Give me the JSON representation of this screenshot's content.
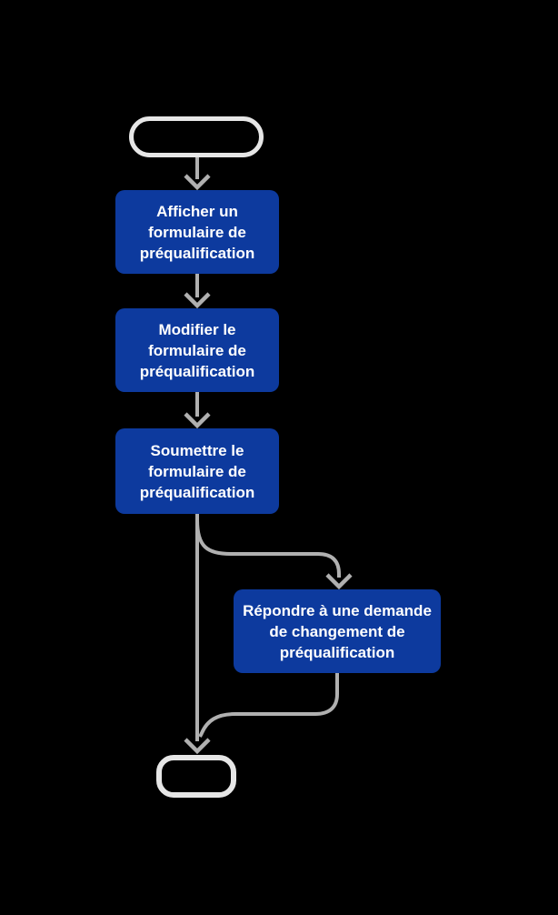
{
  "diagram": {
    "type": "flowchart",
    "direction": "top-down",
    "colors": {
      "background": "#000000",
      "process_fill": "#0d3a9e",
      "process_text": "#ffffff",
      "edge": "#b0b0b0",
      "terminal_border": "#e6e6e6"
    },
    "nodes": {
      "start": {
        "kind": "terminal",
        "label": ""
      },
      "step1": {
        "kind": "process",
        "label": "Afficher un formulaire de préqualification",
        "lines": [
          "Afficher un",
          "formulaire de",
          "préqualification"
        ]
      },
      "step2": {
        "kind": "process",
        "label": "Modifier le formulaire de préqualification",
        "lines": [
          "Modifier le",
          "formulaire de",
          "préqualification"
        ]
      },
      "step3": {
        "kind": "process",
        "label": "Soumettre le formulaire de préqualification",
        "lines": [
          "Soumettre le",
          "formulaire de",
          "préqualification"
        ]
      },
      "step4": {
        "kind": "process",
        "label": "Répondre à une demande de changement de préqualification",
        "lines": [
          "Répondre à une demande",
          "de changement de",
          "préqualification"
        ]
      },
      "end": {
        "kind": "terminal",
        "label": ""
      }
    },
    "edges": [
      {
        "from": "start",
        "to": "step1"
      },
      {
        "from": "step1",
        "to": "step2"
      },
      {
        "from": "step2",
        "to": "step3"
      },
      {
        "from": "step3",
        "to": "step4"
      },
      {
        "from": "step3",
        "to": "end"
      },
      {
        "from": "step4",
        "to": "end"
      }
    ]
  }
}
